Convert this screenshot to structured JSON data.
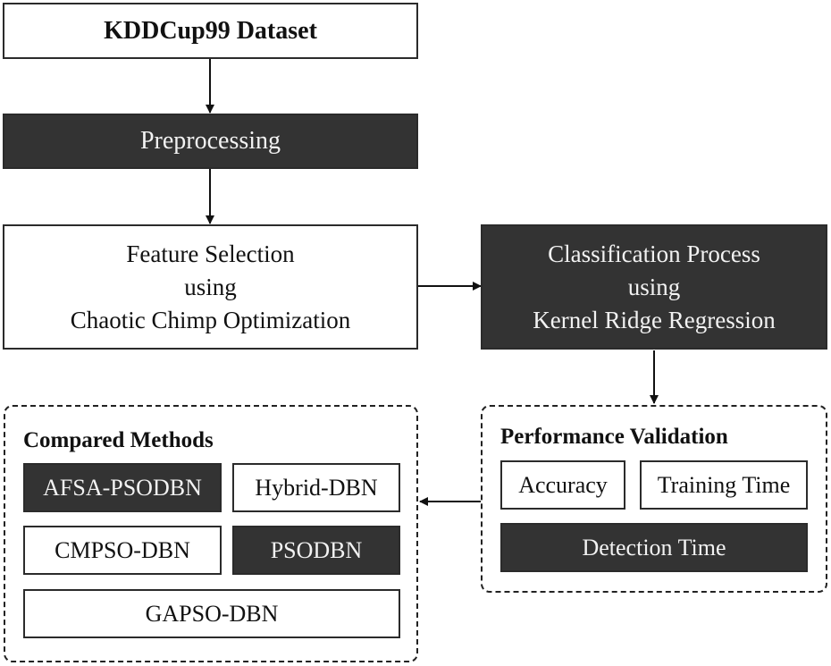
{
  "nodes": {
    "dataset": "KDDCup99 Dataset",
    "preprocessing": "Preprocessing",
    "feature_selection": [
      "Feature Selection",
      "using",
      "Chaotic Chimp Optimization"
    ],
    "classification": [
      "Classification Process",
      "using",
      "Kernel Ridge Regression"
    ]
  },
  "performance": {
    "title": "Performance Validation",
    "items": [
      "Accuracy",
      "Training Time",
      "Detection Time"
    ]
  },
  "compared": {
    "title": "Compared Methods",
    "items": [
      "AFSA-PSODBN",
      "Hybrid-DBN",
      "CMPSO-DBN",
      "PSODBN",
      "GAPSO-DBN"
    ]
  },
  "colors": {
    "dark_box": "#333333",
    "light_box": "#ffffff",
    "stroke": "#222222"
  }
}
